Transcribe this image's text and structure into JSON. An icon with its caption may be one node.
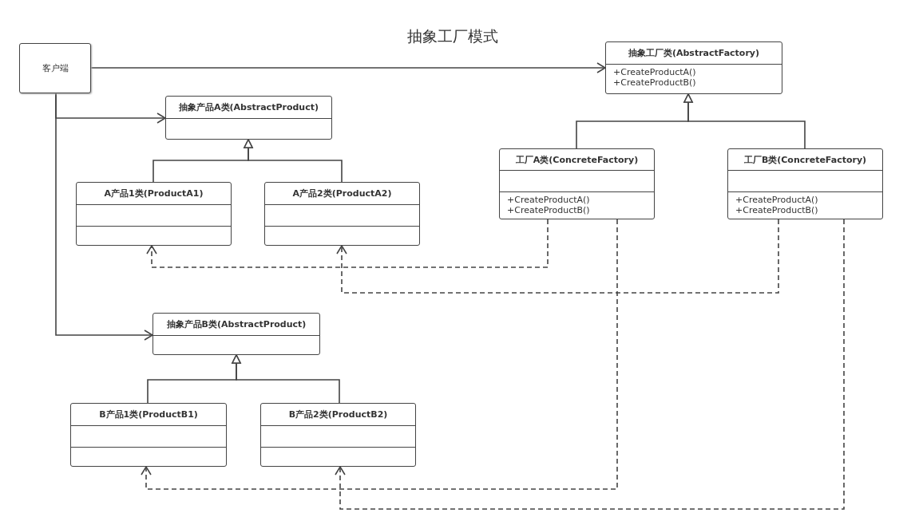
{
  "diagram": {
    "title": "抽象工厂模式",
    "nodes": [
      {
        "text": [
          "客户端"
        ]
      },
      {
        "text": [
          "抽象工厂类(AbstractFactory)",
          "+CreateProductA()",
          "+CreateProductB()"
        ]
      },
      {
        "text": [
          "抽象产品A类(AbstractProduct)"
        ]
      },
      {
        "text": [
          "A产品1类(ProductA1)"
        ]
      },
      {
        "text": [
          "A产品2类(ProductA2)"
        ]
      },
      {
        "text": [
          "工厂A类(ConcreteFactory)",
          "+CreateProductA()",
          "+CreateProductB()"
        ]
      },
      {
        "text": [
          "工厂B类(ConcreteFactory)",
          "+CreateProductA()",
          "+CreateProductB()"
        ]
      },
      {
        "text": [
          "抽象产品B类(AbstractProduct)"
        ]
      },
      {
        "text": [
          "B产品1类(ProductB1)"
        ]
      },
      {
        "text": [
          "B产品2类(ProductB2)"
        ]
      }
    ],
    "edges": [
      {
        "from": 0,
        "to": 1,
        "arrow": "to"
      },
      {
        "from": 0,
        "to": 2,
        "arrow": "to"
      },
      {
        "from": 0,
        "to": 7,
        "arrow": "to"
      },
      {
        "from": 3,
        "to": 2,
        "arrow": "to"
      },
      {
        "from": 4,
        "to": 2,
        "arrow": "to"
      },
      {
        "from": 5,
        "to": 1,
        "arrow": "to"
      },
      {
        "from": 6,
        "to": 1,
        "arrow": "to"
      },
      {
        "from": 8,
        "to": 7,
        "arrow": "to"
      },
      {
        "from": 9,
        "to": 7,
        "arrow": "to"
      },
      {
        "from": 5,
        "to": 3,
        "arrow": "to",
        "style": "dashed"
      },
      {
        "from": 6,
        "to": 4,
        "arrow": "to",
        "style": "dashed"
      },
      {
        "from": 5,
        "to": 8,
        "arrow": "to",
        "style": "dashed"
      },
      {
        "from": 6,
        "to": 9,
        "arrow": "to",
        "style": "dashed"
      }
    ]
  }
}
